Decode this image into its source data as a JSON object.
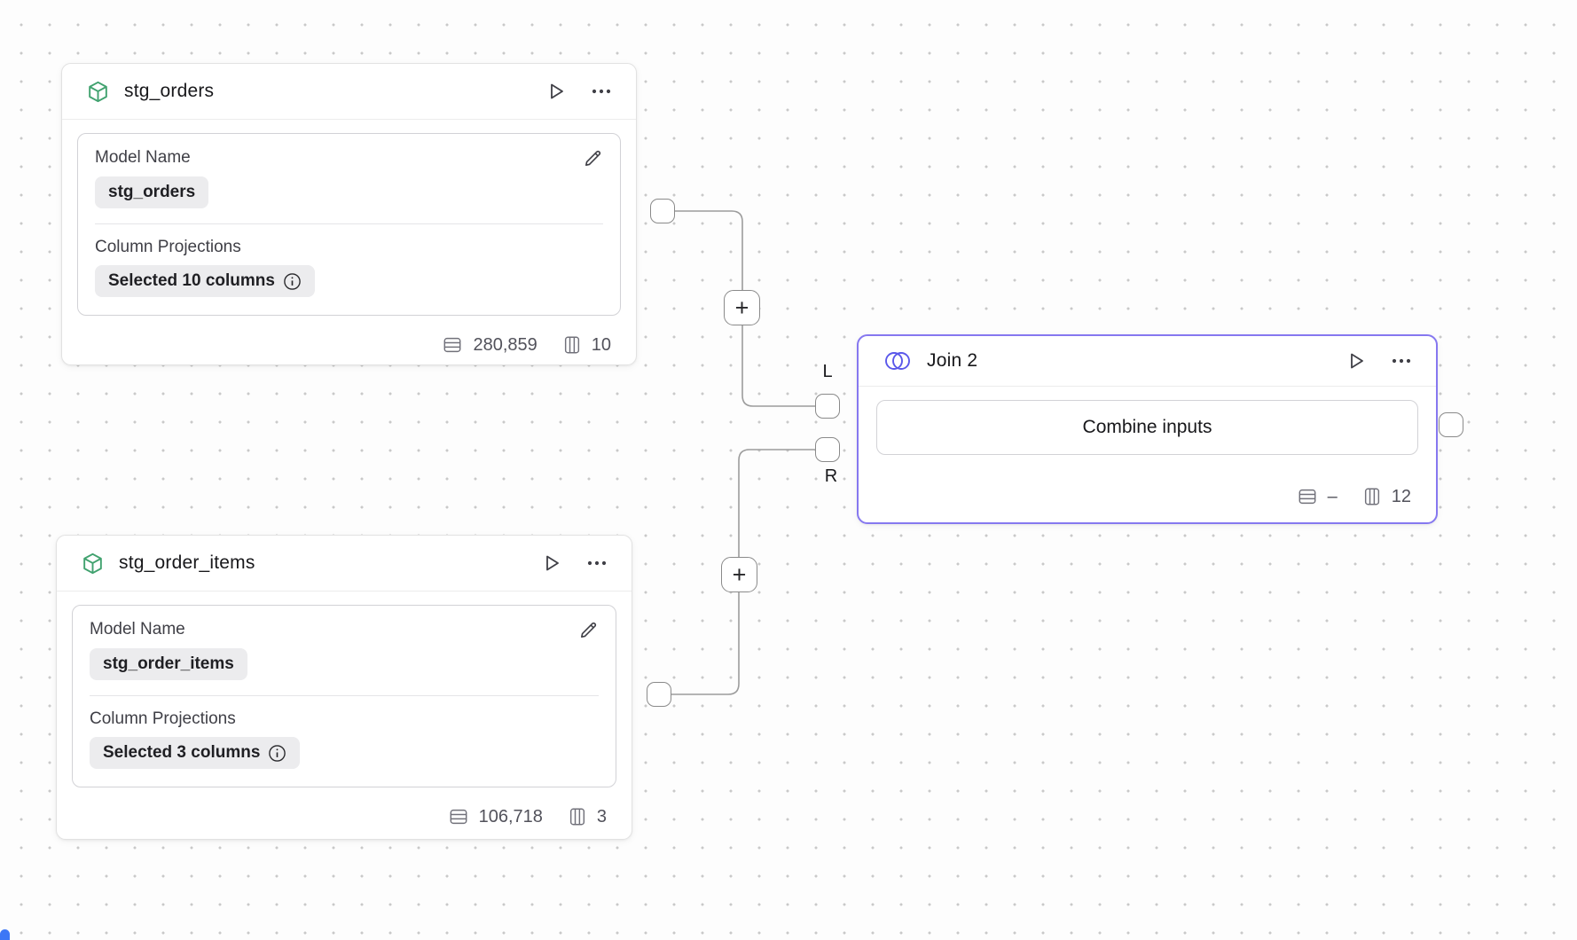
{
  "canvas": {
    "add_button_label": "+",
    "colors": {
      "join_accent": "#8678f0",
      "join_icon": "#5a58ea",
      "model_icon_green": "#41a26f",
      "edge_gray": "#9c9c9c",
      "corner_accent_blue": "#3c77f6"
    }
  },
  "model_nodes": [
    {
      "title": "stg_orders",
      "model_name_label": "Model Name",
      "model_name_value": "stg_orders",
      "projections_label": "Column Projections",
      "projections_value": "Selected 10 columns",
      "row_count": "280,859",
      "column_count": "10"
    },
    {
      "title": "stg_order_items",
      "model_name_label": "Model Name",
      "model_name_value": "stg_order_items",
      "projections_label": "Column Projections",
      "projections_value": "Selected 3 columns",
      "row_count": "106,718",
      "column_count": "3"
    }
  ],
  "join_node": {
    "title": "Join 2",
    "button_label": "Combine inputs",
    "row_count": "–",
    "column_count": "12",
    "left_port_label": "L",
    "right_port_label": "R"
  }
}
